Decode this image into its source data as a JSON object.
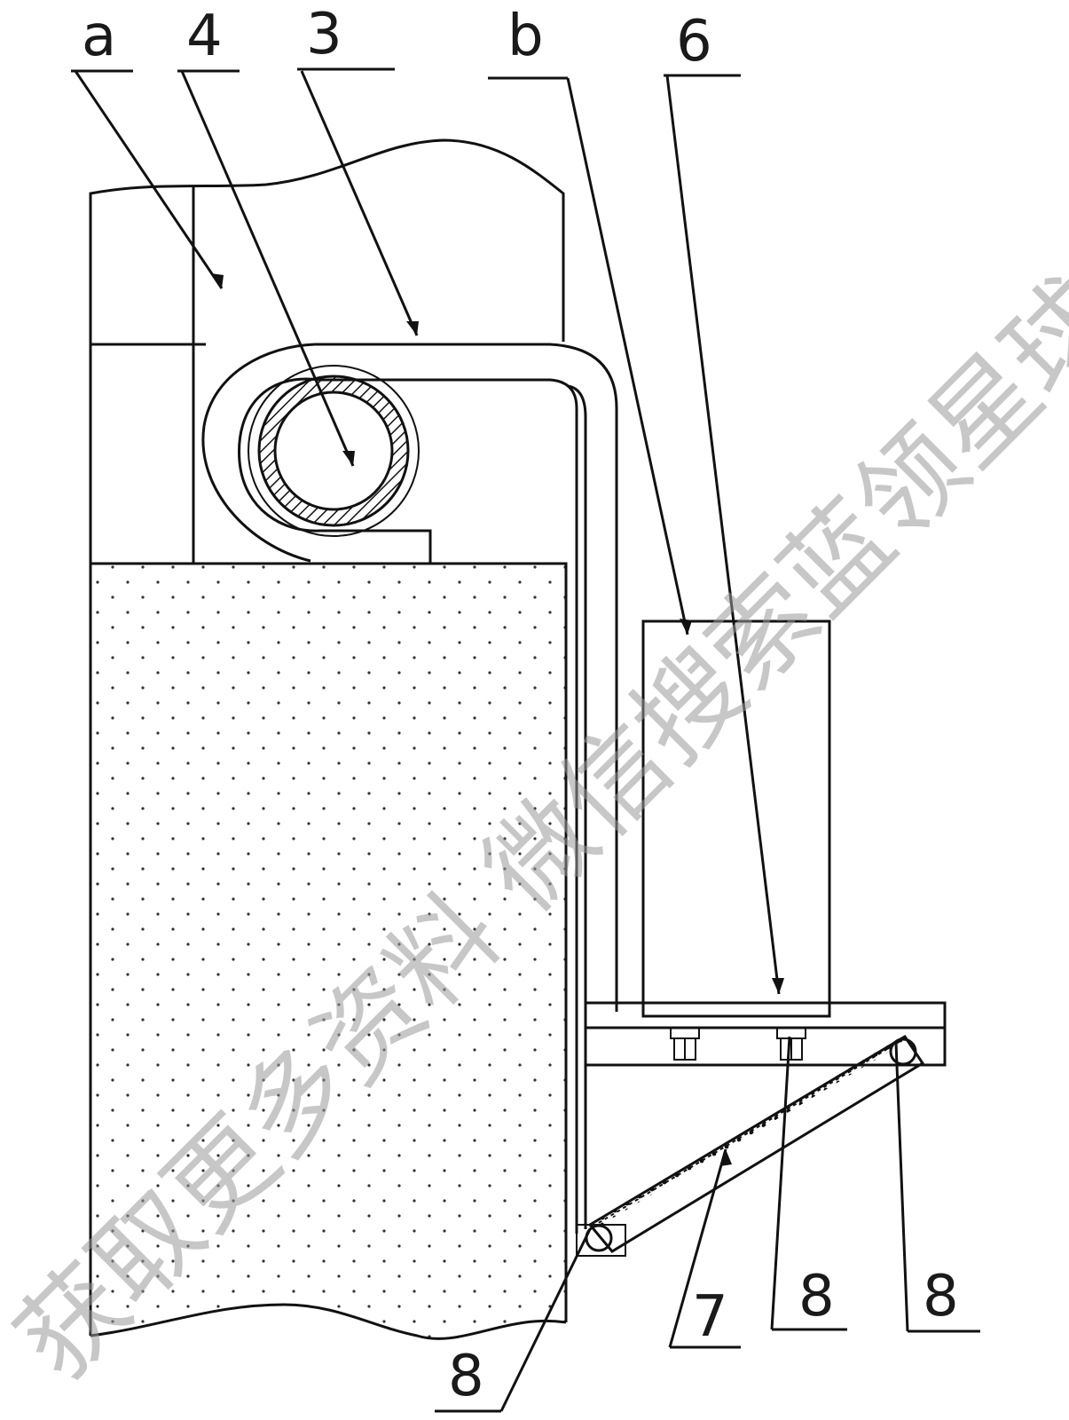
{
  "labels": {
    "a": "a",
    "four": "4",
    "three": "3",
    "b": "b",
    "six": "6",
    "seven": "7",
    "eight_mid": "8",
    "eight_right": "8",
    "eight_bottom": "8"
  },
  "watermark": "获取更多资料 微信搜索蓝领星球"
}
